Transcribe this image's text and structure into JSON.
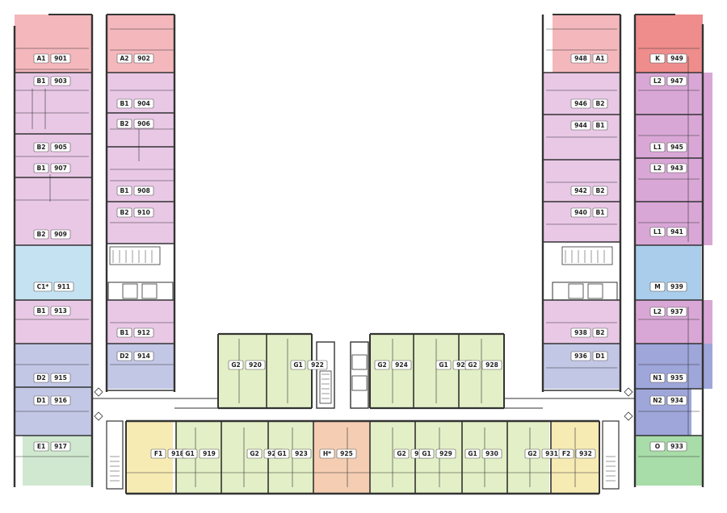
{
  "colors": {
    "A": "#f4b8bc",
    "B": "#e9c8e6",
    "C": "#c5e2f2",
    "D": "#c3c7e6",
    "E": "#cfe8cf",
    "F": "#f7ebb4",
    "G": "#e3efc6",
    "H": "#f5cdb2",
    "K": "#ef8c8c",
    "L": "#d9a7d6",
    "M": "#a9cdeb",
    "N": "#9ea6da",
    "O": "#a8dca8"
  },
  "units": [
    {
      "type": "A1",
      "no": "901",
      "color": "A"
    },
    {
      "type": "A2",
      "no": "902",
      "color": "A"
    },
    {
      "type": "B1",
      "no": "903",
      "color": "B"
    },
    {
      "type": "B1",
      "no": "904",
      "color": "B"
    },
    {
      "type": "B2",
      "no": "905",
      "color": "B"
    },
    {
      "type": "B2",
      "no": "906",
      "color": "B"
    },
    {
      "type": "B1",
      "no": "907",
      "color": "B"
    },
    {
      "type": "B1",
      "no": "908",
      "color": "B"
    },
    {
      "type": "B2",
      "no": "909",
      "color": "B"
    },
    {
      "type": "B2",
      "no": "910",
      "color": "B"
    },
    {
      "type": "C1*",
      "no": "911",
      "color": "C"
    },
    {
      "type": "B1",
      "no": "912",
      "color": "B"
    },
    {
      "type": "B1",
      "no": "913",
      "color": "B"
    },
    {
      "type": "D2",
      "no": "914",
      "color": "D"
    },
    {
      "type": "D2",
      "no": "915",
      "color": "D"
    },
    {
      "type": "D1",
      "no": "916",
      "color": "D"
    },
    {
      "type": "E1",
      "no": "917",
      "color": "E"
    },
    {
      "type": "F1",
      "no": "918",
      "color": "F"
    },
    {
      "type": "G1",
      "no": "919",
      "color": "G"
    },
    {
      "type": "G2",
      "no": "920",
      "color": "G"
    },
    {
      "type": "G2",
      "no": "921",
      "color": "G"
    },
    {
      "type": "G1",
      "no": "922",
      "color": "G"
    },
    {
      "type": "G1",
      "no": "923",
      "color": "G"
    },
    {
      "type": "G2",
      "no": "924",
      "color": "G"
    },
    {
      "type": "H*",
      "no": "925",
      "color": "H"
    },
    {
      "type": "G1",
      "no": "926",
      "color": "G"
    },
    {
      "type": "G2",
      "no": "927",
      "color": "G"
    },
    {
      "type": "G2",
      "no": "928",
      "color": "G"
    },
    {
      "type": "G1",
      "no": "929",
      "color": "G"
    },
    {
      "type": "G1",
      "no": "930",
      "color": "G"
    },
    {
      "type": "G2",
      "no": "931",
      "color": "G"
    },
    {
      "type": "F2",
      "no": "932",
      "color": "F"
    },
    {
      "type": "O",
      "no": "933",
      "color": "O"
    },
    {
      "type": "N2",
      "no": "934",
      "color": "N"
    },
    {
      "type": "N1",
      "no": "935",
      "color": "N"
    },
    {
      "type": "D1",
      "no": "936",
      "color": "D"
    },
    {
      "type": "L2",
      "no": "937",
      "color": "L"
    },
    {
      "type": "B2",
      "no": "938",
      "color": "B"
    },
    {
      "type": "M",
      "no": "939",
      "color": "M"
    },
    {
      "type": "B1",
      "no": "940",
      "color": "B"
    },
    {
      "type": "L1",
      "no": "941",
      "color": "L"
    },
    {
      "type": "B2",
      "no": "942",
      "color": "B"
    },
    {
      "type": "L2",
      "no": "943",
      "color": "L"
    },
    {
      "type": "B1",
      "no": "944",
      "color": "B"
    },
    {
      "type": "L1",
      "no": "945",
      "color": "L"
    },
    {
      "type": "B2",
      "no": "946",
      "color": "B"
    },
    {
      "type": "L2",
      "no": "947",
      "color": "L"
    },
    {
      "type": "A1",
      "no": "948",
      "color": "A"
    },
    {
      "type": "K",
      "no": "949",
      "color": "K"
    }
  ]
}
